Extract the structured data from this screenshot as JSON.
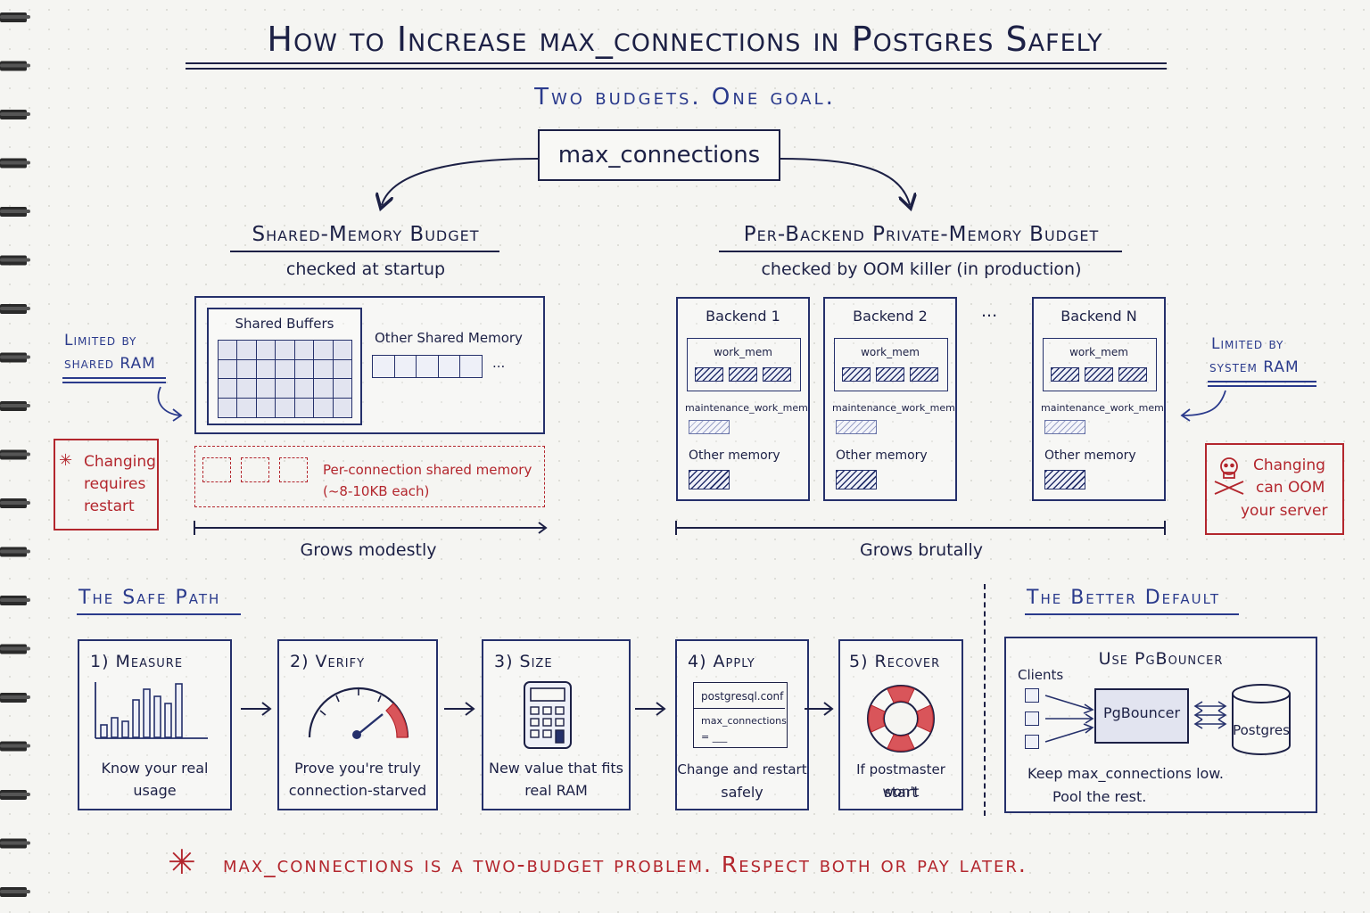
{
  "title": "How to Increase max_connections in Postgres Safely",
  "subtitle": "Two budgets. One goal.",
  "center_node": "max_connections",
  "shared": {
    "heading": "Shared-Memory Budget",
    "checked": "checked at startup",
    "shared_buffers": "Shared Buffers",
    "other_shared": "Other Shared Memory",
    "ellipsis": "...",
    "per_conn": "Per-connection shared memory",
    "per_conn_size": "(~8-10KB each)",
    "grows": "Grows modestly",
    "limited_line1": "Limited by",
    "limited_line2": "shared RAM",
    "warn_star": "✳",
    "warn_line1": "Changing",
    "warn_line2": "requires",
    "warn_line3": "restart"
  },
  "private": {
    "heading": "Per-Backend Private-Memory Budget",
    "checked": "checked by OOM killer (in production)",
    "backends": [
      {
        "label": "Backend 1"
      },
      {
        "label": "Backend 2"
      },
      {
        "label": "Backend N"
      }
    ],
    "ellipsis": "...",
    "work_mem": "work_mem",
    "maint_mem": "maintenance_work_mem",
    "other_mem": "Other memory",
    "grows": "Grows brutally",
    "limited_line1": "Limited by",
    "limited_line2": "system RAM",
    "warn_icon": "skull-crossbones-icon",
    "warn_line1": "Changing",
    "warn_line2": "can OOM",
    "warn_line3": "your server"
  },
  "safe_path": {
    "heading": "The Safe Path",
    "steps": [
      {
        "title": "1) Measure",
        "desc1": "Know your real",
        "desc2": "usage",
        "icon": "bar-chart-icon"
      },
      {
        "title": "2) Verify",
        "desc1": "Prove you're truly",
        "desc2": "connection-starved",
        "icon": "gauge-icon"
      },
      {
        "title": "3) Size",
        "desc1": "New value that fits",
        "desc2": "real RAM",
        "icon": "calculator-icon"
      },
      {
        "title": "4) Apply",
        "desc1": "Change and restart",
        "desc2": "safely",
        "icon": "config-file-icon"
      },
      {
        "title": "5) Recover",
        "desc1": "If postmaster won't",
        "desc2": "start",
        "icon": "life-ring-icon"
      }
    ],
    "config_file": "postgresql.conf",
    "config_key": "max_connections",
    "config_val": "= ___"
  },
  "better_default": {
    "heading": "The Better Default",
    "title": "Use PgBouncer",
    "clients": "Clients",
    "pgbouncer": "PgBouncer",
    "postgres": "Postgres",
    "line1": "Keep max_connections low.",
    "line2": "Pool the rest."
  },
  "footer": {
    "star": "✳",
    "text": "max_connections is a two-budget problem. Respect both or pay later."
  },
  "colors": {
    "ink": "#1c2045",
    "blue": "#2a3a8c",
    "red": "#b3262d"
  }
}
